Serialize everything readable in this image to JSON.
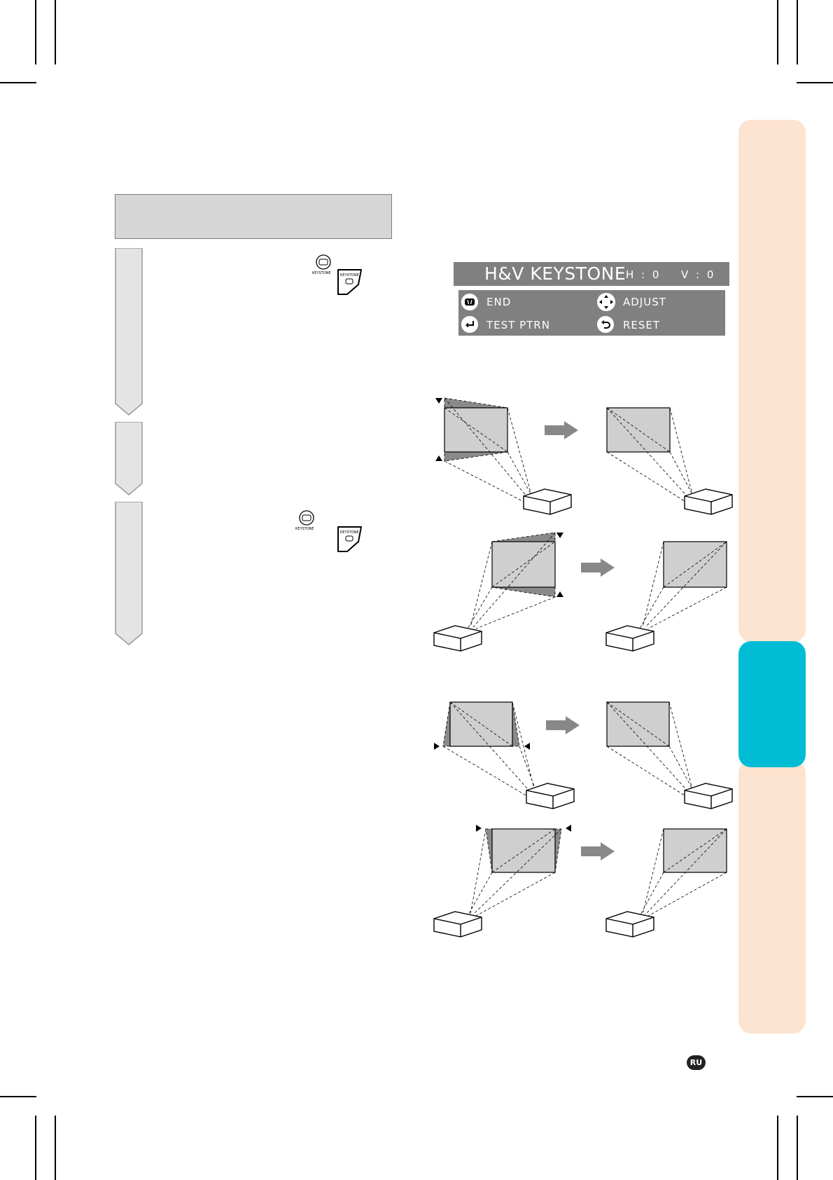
{
  "osd": {
    "title": "H&V KEYSTONE",
    "h_value": "H : 0",
    "v_value": "V : 0",
    "menu": [
      {
        "label": "END",
        "icon": "keystone-icon"
      },
      {
        "label": "ADJUST",
        "icon": "dpad-icon"
      },
      {
        "label": "TEST PTRN",
        "icon": "enter-icon"
      },
      {
        "label": "RESET",
        "icon": "return-icon"
      }
    ]
  },
  "buttons": {
    "keystone_small_label": "KEYSTONE",
    "keystone_remote_label": "KEYSTONE"
  },
  "language_badge": "RU",
  "colors": {
    "side_tab": "#fde4d0",
    "side_tab_active": "#00bcd4",
    "osd_bg": "#808080",
    "title_box": "#d6d6d6",
    "screen_fill": "#cfcfcf",
    "distortion_fill": "#8a8a8a"
  }
}
